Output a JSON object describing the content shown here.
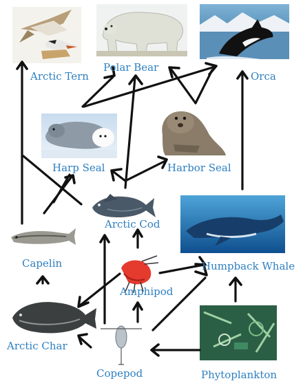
{
  "organisms": {
    "arctic_tern": "Arctic Tern",
    "polar_bear": "Polar Bear",
    "orca": "Orca",
    "harp_seal": "Harp Seal",
    "harbor_seal": "Harbor Seal",
    "arctic_cod": "Arctic Cod",
    "capelin": "Capelin",
    "humpback_whale": "Humpback Whale",
    "amphipod": "Amphipod",
    "arctic_char": "Arctic Char",
    "copepod": "Copepod",
    "phytoplankton": "Phytoplankton"
  },
  "colors": {
    "label_blue": "#2d7fc0",
    "label_black": "#222222",
    "arrow": "#111111"
  },
  "edges": [
    [
      "phytoplankton",
      "copepod"
    ],
    [
      "phytoplankton",
      "humpback_whale"
    ],
    [
      "copepod",
      "arctic_char"
    ],
    [
      "copepod",
      "amphipod"
    ],
    [
      "copepod",
      "arctic_cod"
    ],
    [
      "copepod",
      "humpback_whale"
    ],
    [
      "amphipod",
      "arctic_char"
    ],
    [
      "amphipod",
      "arctic_cod"
    ],
    [
      "amphipod",
      "humpback_whale"
    ],
    [
      "capelin",
      "arctic_tern"
    ],
    [
      "capelin",
      "harp_seal"
    ],
    [
      "arctic_char",
      "capelin"
    ],
    [
      "arctic_cod",
      "harp_seal"
    ],
    [
      "arctic_cod",
      "harbor_seal"
    ],
    [
      "arctic_cod",
      "arctic_tern"
    ],
    [
      "humpback_whale",
      "orca"
    ],
    [
      "harp_seal",
      "polar_bear"
    ],
    [
      "harbor_seal",
      "polar_bear"
    ],
    [
      "harp_seal",
      "orca"
    ],
    [
      "harbor_seal",
      "orca"
    ]
  ]
}
